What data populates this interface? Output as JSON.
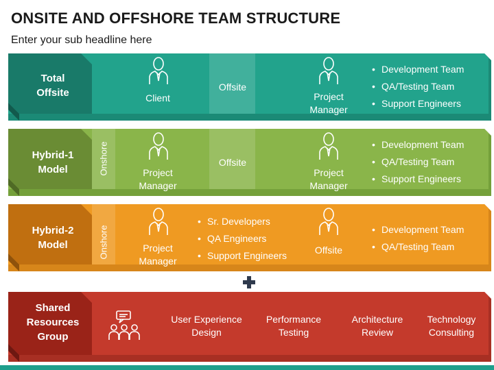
{
  "header": {
    "title": "ONSITE AND OFFSHORE TEAM STRUCTURE",
    "subtitle": "Enter your sub headline here"
  },
  "colors": {
    "teal": "#22a38c",
    "teal_dark": "#197a69",
    "green": "#8ab54a",
    "green_dark": "#6a8c34",
    "orange": "#ef9a22",
    "orange_dark": "#c06f10",
    "red": "#c43a2c",
    "red_dark": "#9a2318",
    "plus": "#2f3a4d"
  },
  "rows": {
    "total_offsite": {
      "label_line1": "Total",
      "label_line2": "Offsite",
      "client": "Client",
      "middle": "Offsite",
      "pm_line1": "Project",
      "pm_line2": "Manager",
      "teams": [
        "Development Team",
        "QA/Testing Team",
        "Support Engineers"
      ]
    },
    "hybrid1": {
      "label_line1": "Hybrid-1",
      "label_line2": "Model",
      "vertical": "Onshore",
      "pm1_line1": "Project",
      "pm1_line2": "Manager",
      "middle": "Offsite",
      "pm2_line1": "Project",
      "pm2_line2": "Manager",
      "teams": [
        "Development Team",
        "QA/Testing Team",
        "Support Engineers"
      ]
    },
    "hybrid2": {
      "label_line1": "Hybrid-2",
      "label_line2": "Model",
      "vertical": "Onshore",
      "pm_line1": "Project",
      "pm_line2": "Manager",
      "onshore_team": [
        "Sr. Developers",
        "QA Engineers",
        "Support Engineers"
      ],
      "offsite": "Offsite",
      "teams": [
        "Development Team",
        "QA/Testing Team"
      ]
    },
    "shared": {
      "label_line1": "Shared",
      "label_line2": "Resources",
      "label_line3": "Group",
      "services": [
        {
          "line1": "User Experience",
          "line2": "Design"
        },
        {
          "line1": "Performance",
          "line2": "Testing"
        },
        {
          "line1": "Architecture",
          "line2": "Review"
        },
        {
          "line1": "Technology",
          "line2": "Consulting"
        }
      ]
    }
  }
}
